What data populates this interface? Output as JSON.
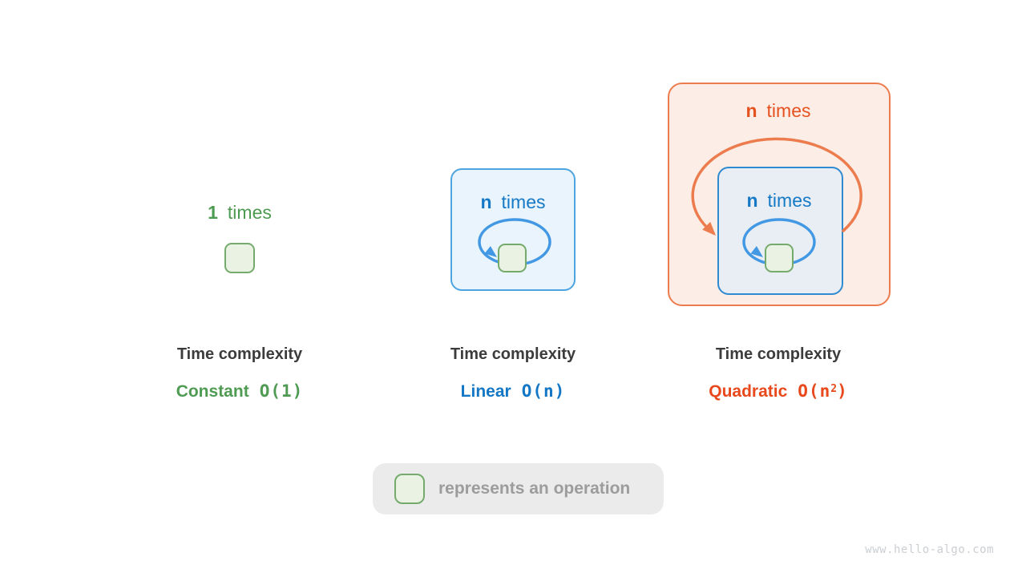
{
  "panels": {
    "constant": {
      "count": "1",
      "times": "times",
      "title": "Time complexity",
      "name": "Constant",
      "o_open": "O(",
      "o_base": "1",
      "o_sup": "",
      "o_close": ")"
    },
    "linear": {
      "count": "n",
      "times": "times",
      "title": "Time complexity",
      "name": "Linear",
      "o_open": "O(",
      "o_base": "n",
      "o_sup": "",
      "o_close": ")"
    },
    "quadratic": {
      "outer_count": "n",
      "outer_times": "times",
      "inner_count": "n",
      "inner_times": "times",
      "title": "Time complexity",
      "name": "Quadratic",
      "o_open": "O(",
      "o_base": "n",
      "o_sup": "2",
      "o_close": ")"
    }
  },
  "legend": {
    "text": "represents an operation"
  },
  "watermark": "www.hello-algo.com",
  "icons": {
    "operation_square": "green-rounded-square",
    "loop_arrow": "blue-ellipse-loop-arrow",
    "outer_loop_arrow": "orange-arc-loop-arrow"
  },
  "colors": {
    "green_text": "#4d9b51",
    "green_square_fill": "#eaf2e3",
    "green_square_border": "#74ab6d",
    "blue_text": "#1579c6",
    "blue_box_fill": "#e9f4fc",
    "blue_box_border": "#4da4e0",
    "blue_arrow": "#4398e4",
    "inner_box_fill": "#e9eef4",
    "inner_box_border": "#2f8ad0",
    "orange_text": "#e5511f",
    "orange_box_border": "#ec7c4e",
    "orange_box_fill": "#fceee7",
    "quadratic_label": "#e8481b",
    "dark_text": "#3c3c3c",
    "legend_bg": "#ebebeb",
    "legend_text": "#9c9c9c",
    "watermark_text": "#cbcfd3"
  }
}
